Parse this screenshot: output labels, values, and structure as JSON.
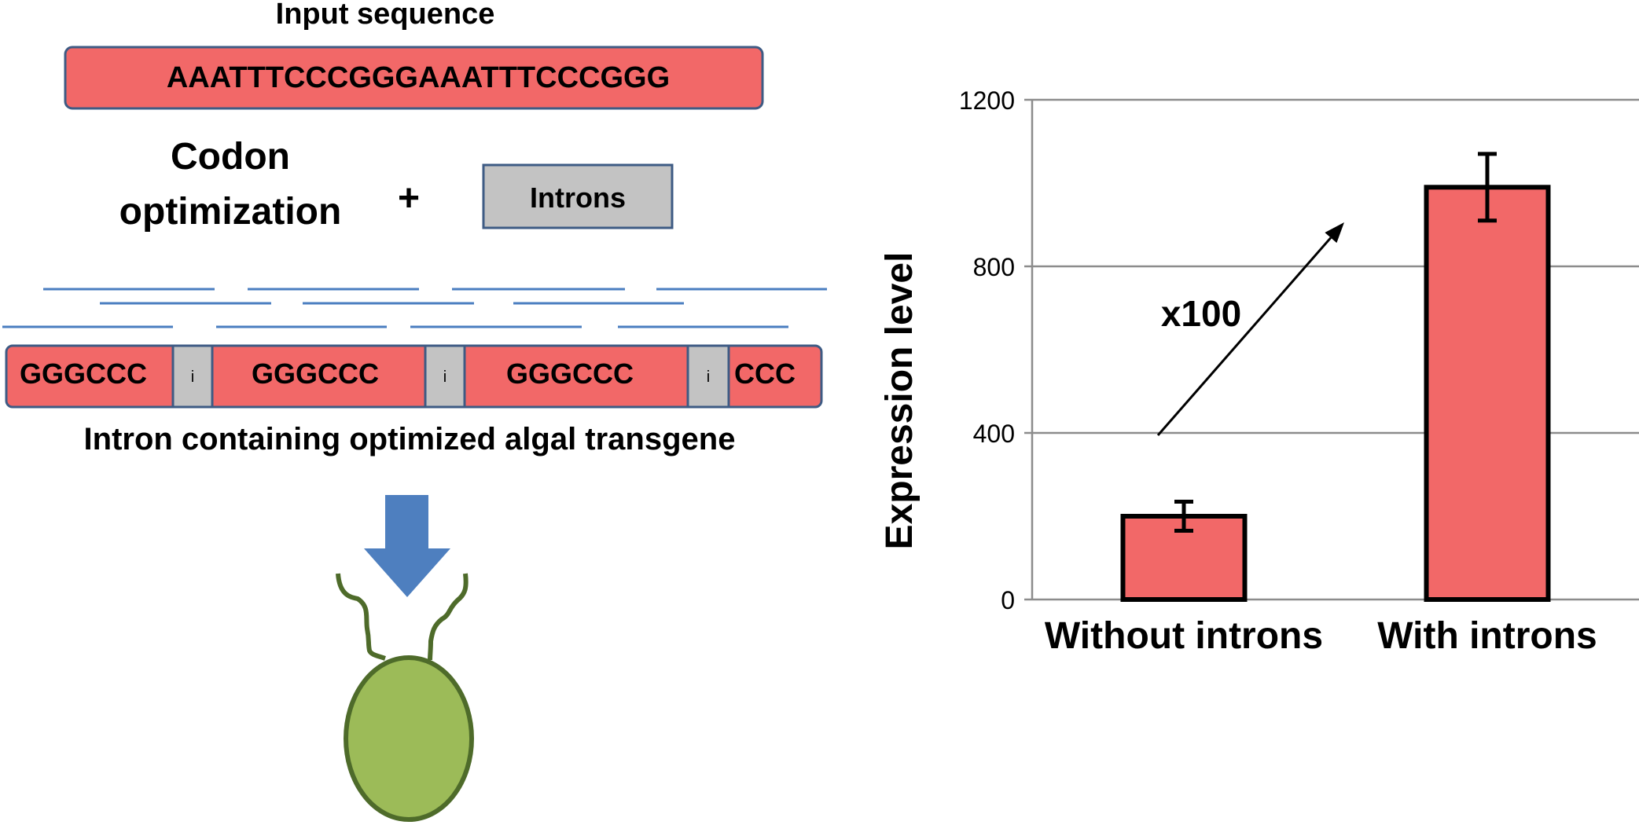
{
  "colors": {
    "exon": "#F26868",
    "exon_stroke": "#3E5B84",
    "intron": "#C3C3C3",
    "read_line": "#4A7EC0",
    "arrow": "#4E7FBF",
    "cell_fill": "#9CBB58",
    "cell_stroke": "#4E6B2A",
    "bar_fill": "#F26868",
    "grid": "#8C8C8C"
  },
  "diagram": {
    "input_title": "Input sequence",
    "input_sequence": "AAATTTCCCGGGAAATTTCCCGGG",
    "codon_line1": "Codon",
    "codon_line2": "optimization",
    "plus": "+",
    "introns_box": "Introns",
    "transgene_segments": [
      {
        "type": "exon",
        "label": "GGGCCC"
      },
      {
        "type": "intron",
        "label": "i"
      },
      {
        "type": "exon",
        "label": "GGGCCC"
      },
      {
        "type": "intron",
        "label": "i"
      },
      {
        "type": "exon",
        "label": "GGGCCC"
      },
      {
        "type": "intron",
        "label": "i"
      },
      {
        "type": "exon",
        "label": "CCC"
      }
    ],
    "transgene_caption": "Intron containing optimized algal transgene",
    "icons": [
      "down-arrow-icon",
      "alga-cell-icon"
    ]
  },
  "chart_data": {
    "type": "bar",
    "categories": [
      "Without introns",
      "With introns"
    ],
    "values": [
      200,
      990
    ],
    "errors": [
      35,
      80
    ],
    "ylabel": "Expression level",
    "ylim": [
      0,
      1200
    ],
    "yticks": [
      0,
      400,
      800,
      1200
    ],
    "grid": true,
    "annotation": "x100",
    "annotation_from": {
      "category": "Without introns",
      "value": 400
    },
    "annotation_to": {
      "category": "With introns",
      "value": 900
    }
  }
}
